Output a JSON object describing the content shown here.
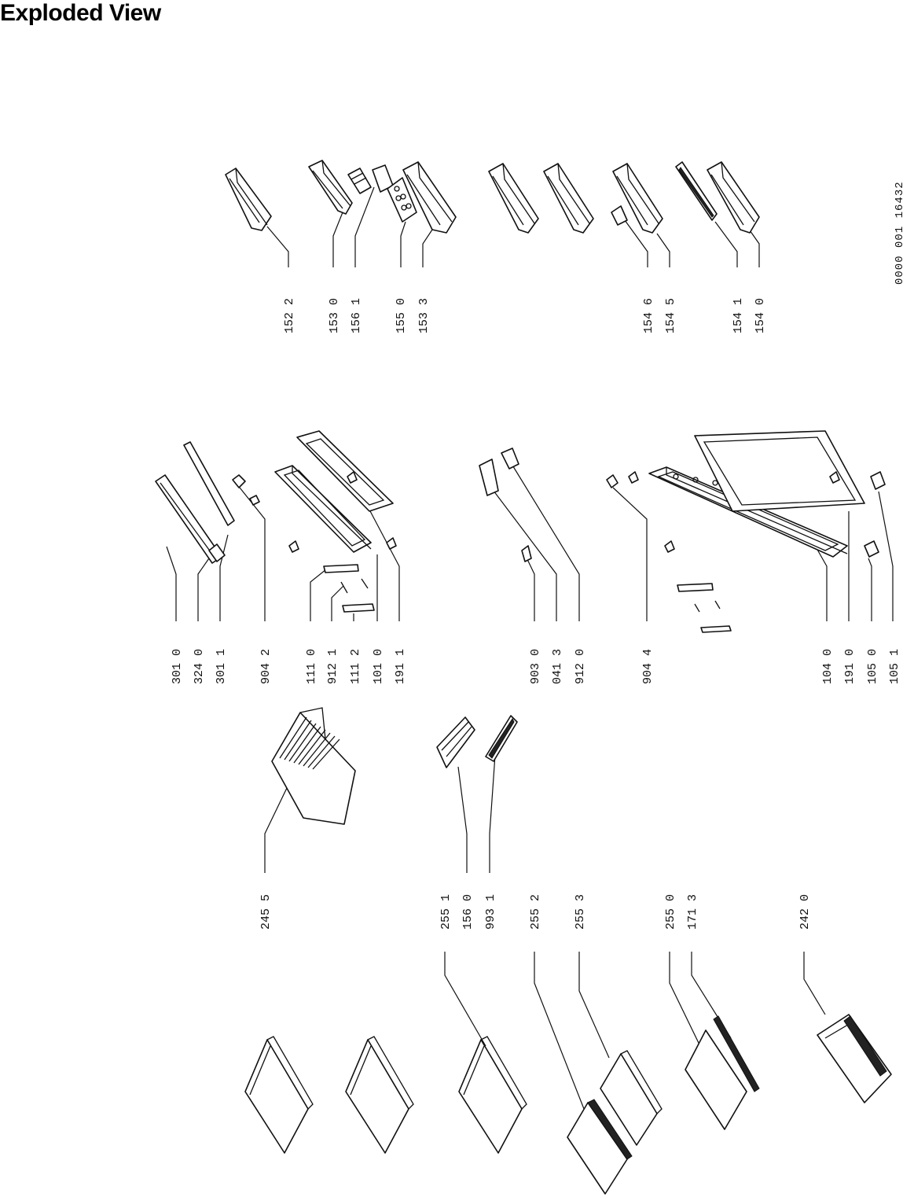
{
  "title": "Exploded View",
  "document_code": "0000 001 16432",
  "callouts": [
    "152 2",
    "153 0",
    "156 1",
    "155 0",
    "153 3",
    "154 6",
    "154 5",
    "154 1",
    "154 0",
    "301 0",
    "324 0",
    "301 1",
    "904 2",
    "111 0",
    "912 1",
    "111 2",
    "101 0",
    "191 1",
    "903 0",
    "041 3",
    "912 0",
    "904 4",
    "104 0",
    "191 0",
    "105 0",
    "105 1",
    "245 5",
    "255 1",
    "156 0",
    "993 1",
    "255 2",
    "255 3",
    "255 0",
    "171 3",
    "242 0"
  ]
}
